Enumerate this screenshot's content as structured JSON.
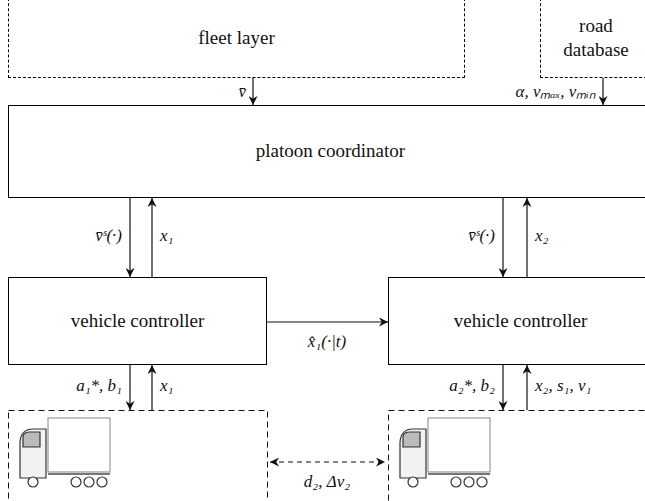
{
  "diagram": {
    "nodes": [
      {
        "text": [
          "fleet layer"
        ]
      },
      {
        "text": [
          "road database"
        ]
      },
      {
        "text": [
          "platoon coordinator"
        ]
      },
      {
        "text": [
          "vehicle controller"
        ]
      },
      {
        "text": [
          "vehicle controller"
        ]
      }
    ],
    "edges": [
      {
        "from": 0,
        "to": 2,
        "label": "v̄",
        "arrow": "to"
      },
      {
        "from": 1,
        "to": 2,
        "label": "α, vₘₐₓ, vₘᵢₙ",
        "arrow": "to"
      },
      {
        "from": 2,
        "to": 3,
        "label": "v̄ˢ(·)",
        "arrow": "to"
      },
      {
        "from": 3,
        "to": 2,
        "label": "x₁",
        "arrow": "to"
      },
      {
        "from": 2,
        "to": 4,
        "label": "v̄ˢ(·)",
        "arrow": "to"
      },
      {
        "from": 4,
        "to": 2,
        "label": "x₂",
        "arrow": "to"
      },
      {
        "from": 3,
        "to": 4,
        "label": "x̂₁(·|t)",
        "arrow": "to"
      }
    ],
    "labels": [
      "a₁*, b₁",
      "x₁",
      "a₂*, b₂",
      "x₂, s₁, v₁",
      "d₂, Δv₂"
    ]
  }
}
